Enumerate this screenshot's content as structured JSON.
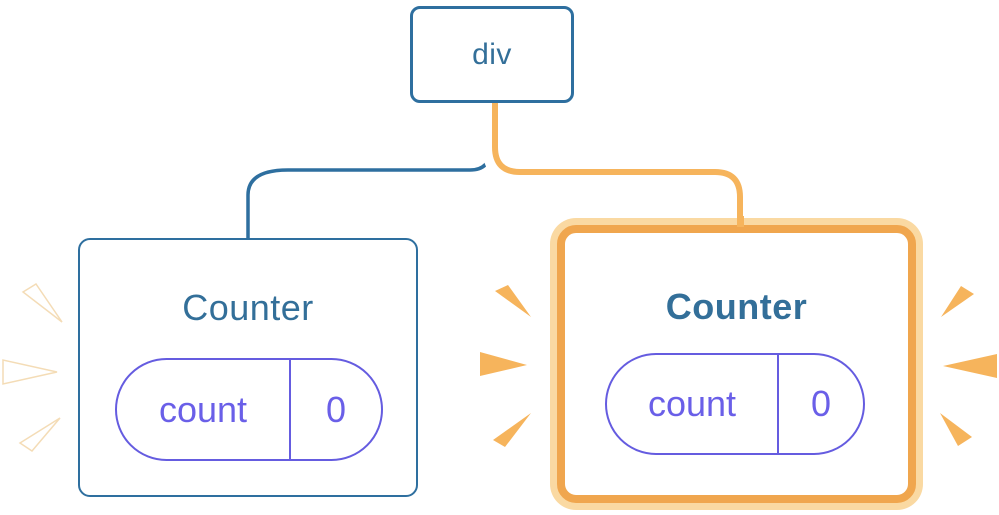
{
  "colors": {
    "blue": "#336f99",
    "blue_line": "#2e6f9f",
    "purple": "#6a5fe8",
    "purple_border": "#655ce0",
    "orange": "#f6b45c",
    "orange_light": "#fad9a2",
    "orange_stroke": "#f0a64e",
    "bg": "#ffffff"
  },
  "tree": {
    "root": {
      "label": "div"
    },
    "children": [
      {
        "title": "Counter",
        "highlighted": false,
        "state": {
          "key": "count",
          "value": "0"
        }
      },
      {
        "title": "Counter",
        "highlighted": true,
        "state": {
          "key": "count",
          "value": "0"
        }
      }
    ]
  }
}
